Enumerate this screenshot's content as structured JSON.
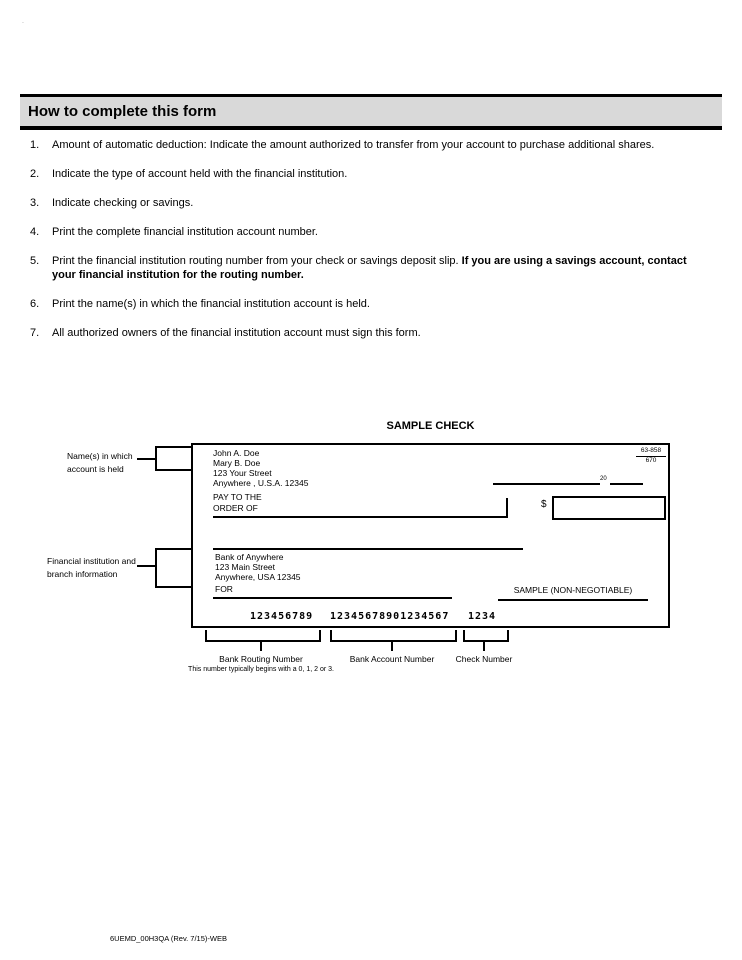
{
  "page": {
    "corner_mark": "."
  },
  "header": {
    "title": "How to complete this form"
  },
  "instructions": {
    "items": [
      {
        "number": "1.",
        "text": "Amount of automatic deduction:  Indicate the amount authorized to transfer from your account to purchase additional shares."
      },
      {
        "number": "2.",
        "text": "Indicate the type of account held with the financial institution."
      },
      {
        "number": "3.",
        "text": "Indicate checking or savings."
      },
      {
        "number": "4.",
        "text": "Print the complete financial institution account number."
      },
      {
        "number": "5.",
        "text": "Print the financial institution routing number from your check or savings deposit slip. ",
        "bold_text": "If you are using a savings account, contact your financial institution for the routing number."
      },
      {
        "number": "6.",
        "text": "Print the name(s) in which the financial institution account is held."
      },
      {
        "number": "7.",
        "text": "All authorized owners of the financial institution account must sign this form."
      }
    ]
  },
  "sample_check": {
    "title": "SAMPLE CHECK",
    "payer": {
      "line1": "John A. Doe",
      "line2": "Mary B. Doe",
      "line3": "123 Your Street",
      "line4": "Anywhere , U.S.A. 12345"
    },
    "fraction": {
      "numerator": "63-858",
      "denominator": "670"
    },
    "date_label": "20",
    "pay_to": {
      "line1": "PAY TO THE",
      "line2": "ORDER OF"
    },
    "dollar_sign": "$",
    "bank": {
      "line1": "Bank of Anywhere",
      "line2": "123 Main Street",
      "line3": "Anywhere, USA 12345"
    },
    "for_label": "FOR",
    "sample_label": "SAMPLE (NON-NEGOTIABLE)",
    "micr": {
      "routing": "123456789",
      "account": "12345678901234567",
      "check": "1234"
    }
  },
  "annotations": {
    "names_label": {
      "line1": "Name(s) in which",
      "line2": "account is held"
    },
    "financial_label": {
      "line1": "Financial institution and",
      "line2": "branch information"
    },
    "routing_label": "Bank Routing Number",
    "routing_note": "This number typically begins with a 0, 1, 2 or 3.",
    "account_label": "Bank Account Number",
    "check_number_label": "Check Number"
  },
  "footer": {
    "form_id": "6UEMD_00H3QA (Rev. 7/15)-WEB"
  },
  "colors": {
    "header_bg": "#d9d9d9",
    "ink": "#000000"
  }
}
